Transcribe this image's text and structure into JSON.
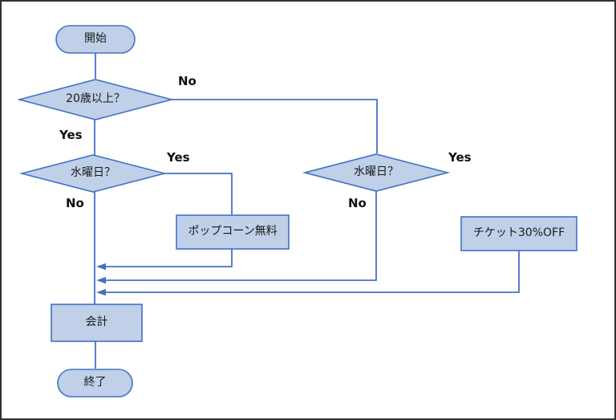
{
  "diagram": {
    "title": "movie-ticket-flowchart",
    "nodes": {
      "start": {
        "label": "開始",
        "shape": "terminator"
      },
      "age_check": {
        "label": "20歳以上？",
        "shape": "decision"
      },
      "wednesday_left": {
        "label": "水曜日？",
        "shape": "decision"
      },
      "wednesday_right": {
        "label": "水曜日？",
        "shape": "decision"
      },
      "popcorn": {
        "label": "ポップコーン無料",
        "shape": "process"
      },
      "ticket": {
        "label": "チケット30%OFF",
        "shape": "process"
      },
      "checkout": {
        "label": "会計",
        "shape": "process"
      },
      "end": {
        "label": "終了",
        "shape": "terminator"
      }
    },
    "edge_labels": {
      "age_no": "No",
      "age_yes": "Yes",
      "wed_left_yes": "Yes",
      "wed_left_no": "No",
      "wed_right_yes": "Yes",
      "wed_right_no": "No"
    },
    "colors": {
      "shape_fill": "#bfd0e8",
      "shape_border": "#4472c4",
      "connector": "#4472c4",
      "text": "#1a1a1a",
      "page_border": "#323232",
      "background": "#ffffff"
    }
  }
}
